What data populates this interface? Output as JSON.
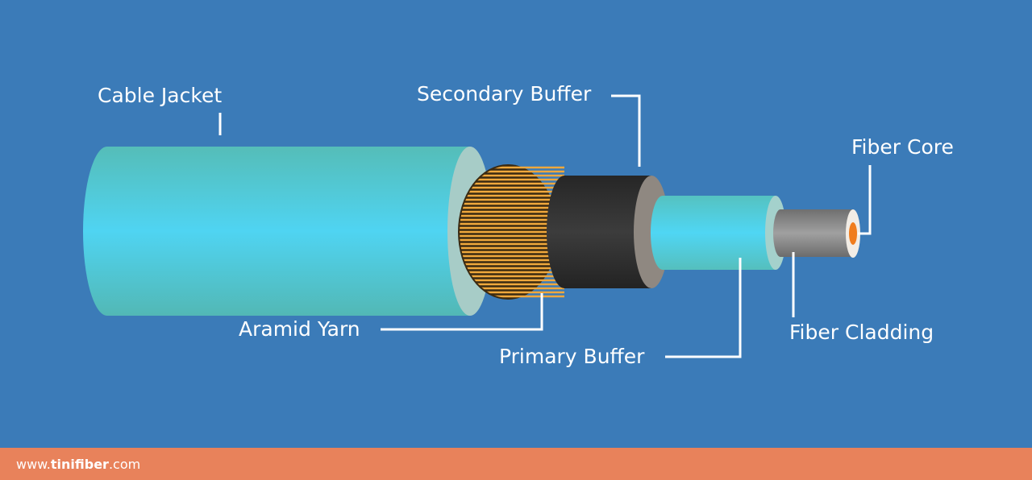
{
  "labels": {
    "cable_jacket": "Cable Jacket",
    "secondary_buffer": "Secondary Buffer",
    "fiber_core": "Fiber Core",
    "aramid_yarn": "Aramid Yarn",
    "primary_buffer": "Primary Buffer",
    "fiber_cladding": "Fiber Cladding"
  },
  "footer": {
    "prefix": "www.",
    "brand": "tinifiber",
    "suffix": ".com"
  },
  "colors": {
    "background": "#3b7bb8",
    "footer": "#e8825b",
    "jacket": "#4fd2ee",
    "yarn": "#f0a83c",
    "secondary_buffer": "#2f2f2f",
    "primary_buffer": "#4fd2ee",
    "cladding": "#8a8a8a",
    "core": "#f07d1e"
  }
}
